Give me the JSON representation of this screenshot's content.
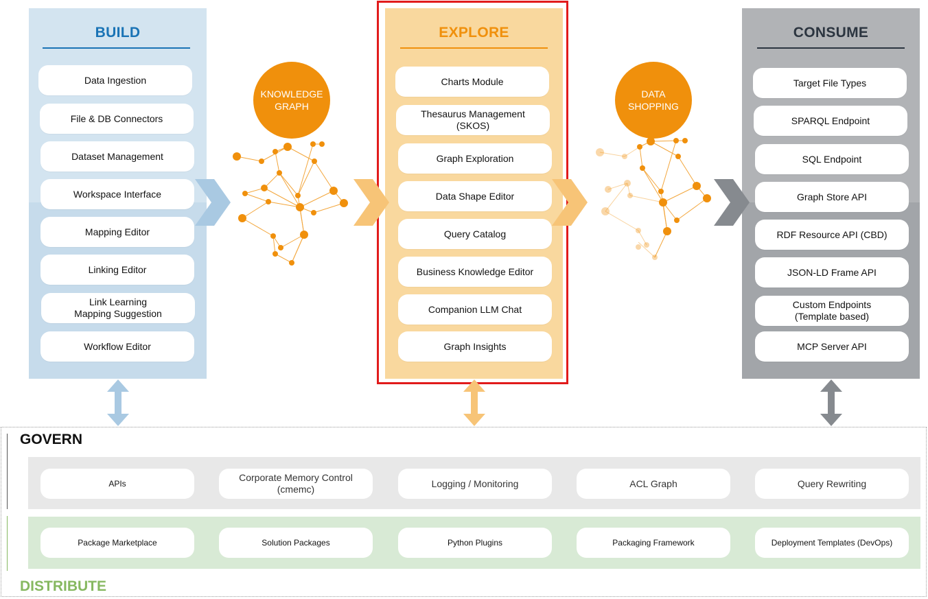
{
  "build": {
    "title": "BUILD",
    "items": [
      "Data Ingestion",
      "File & DB Connectors",
      "Dataset Management",
      "Workspace Interface",
      "Mapping Editor",
      "Linking Editor",
      "Link Learning\nMapping Suggestion",
      "Workflow Editor"
    ]
  },
  "explore": {
    "title": "EXPLORE",
    "items": [
      "Charts Module",
      "Thesaurus Management\n(SKOS)",
      "Graph Exploration",
      "Data Shape Editor",
      "Query Catalog",
      "Business Knowledge Editor",
      "Companion LLM Chat",
      "Graph Insights"
    ]
  },
  "consume": {
    "title": "CONSUME",
    "items": [
      "Target File Types",
      "SPARQL Endpoint",
      "SQL Endpoint",
      "Graph Store API",
      "RDF Resource API (CBD)",
      "JSON-LD Frame API",
      "Custom Endpoints\n(Template based)",
      "MCP Server API"
    ]
  },
  "knowledge_graph": {
    "label": "KNOWLEDGE\nGRAPH"
  },
  "data_shopping": {
    "label": "DATA\nSHOPPING"
  },
  "govern": {
    "title": "GOVERN",
    "items": [
      "APIs",
      "Corporate Memory Control\n(cmemc)",
      "Logging / Monitoring",
      "ACL Graph",
      "Query Rewriting"
    ]
  },
  "distribute": {
    "title": "DISTRIBUTE",
    "items": [
      "Package Marketplace",
      "Solution Packages",
      "Python Plugins",
      "Packaging Framework",
      "Deployment Templates (DevOps)"
    ]
  },
  "colors": {
    "build_bg": "#d3e4f0",
    "build_title": "#1a73b5",
    "explore_bg": "#f9d89e",
    "explore_title": "#f0900c",
    "consume_bg": "#b1b3b6",
    "consume_title": "#2c3540",
    "govern_bg": "#e8e8e8",
    "distribute_bg": "#d8ead5",
    "distribute_title": "#86b860",
    "highlight": "#e11b1b"
  }
}
